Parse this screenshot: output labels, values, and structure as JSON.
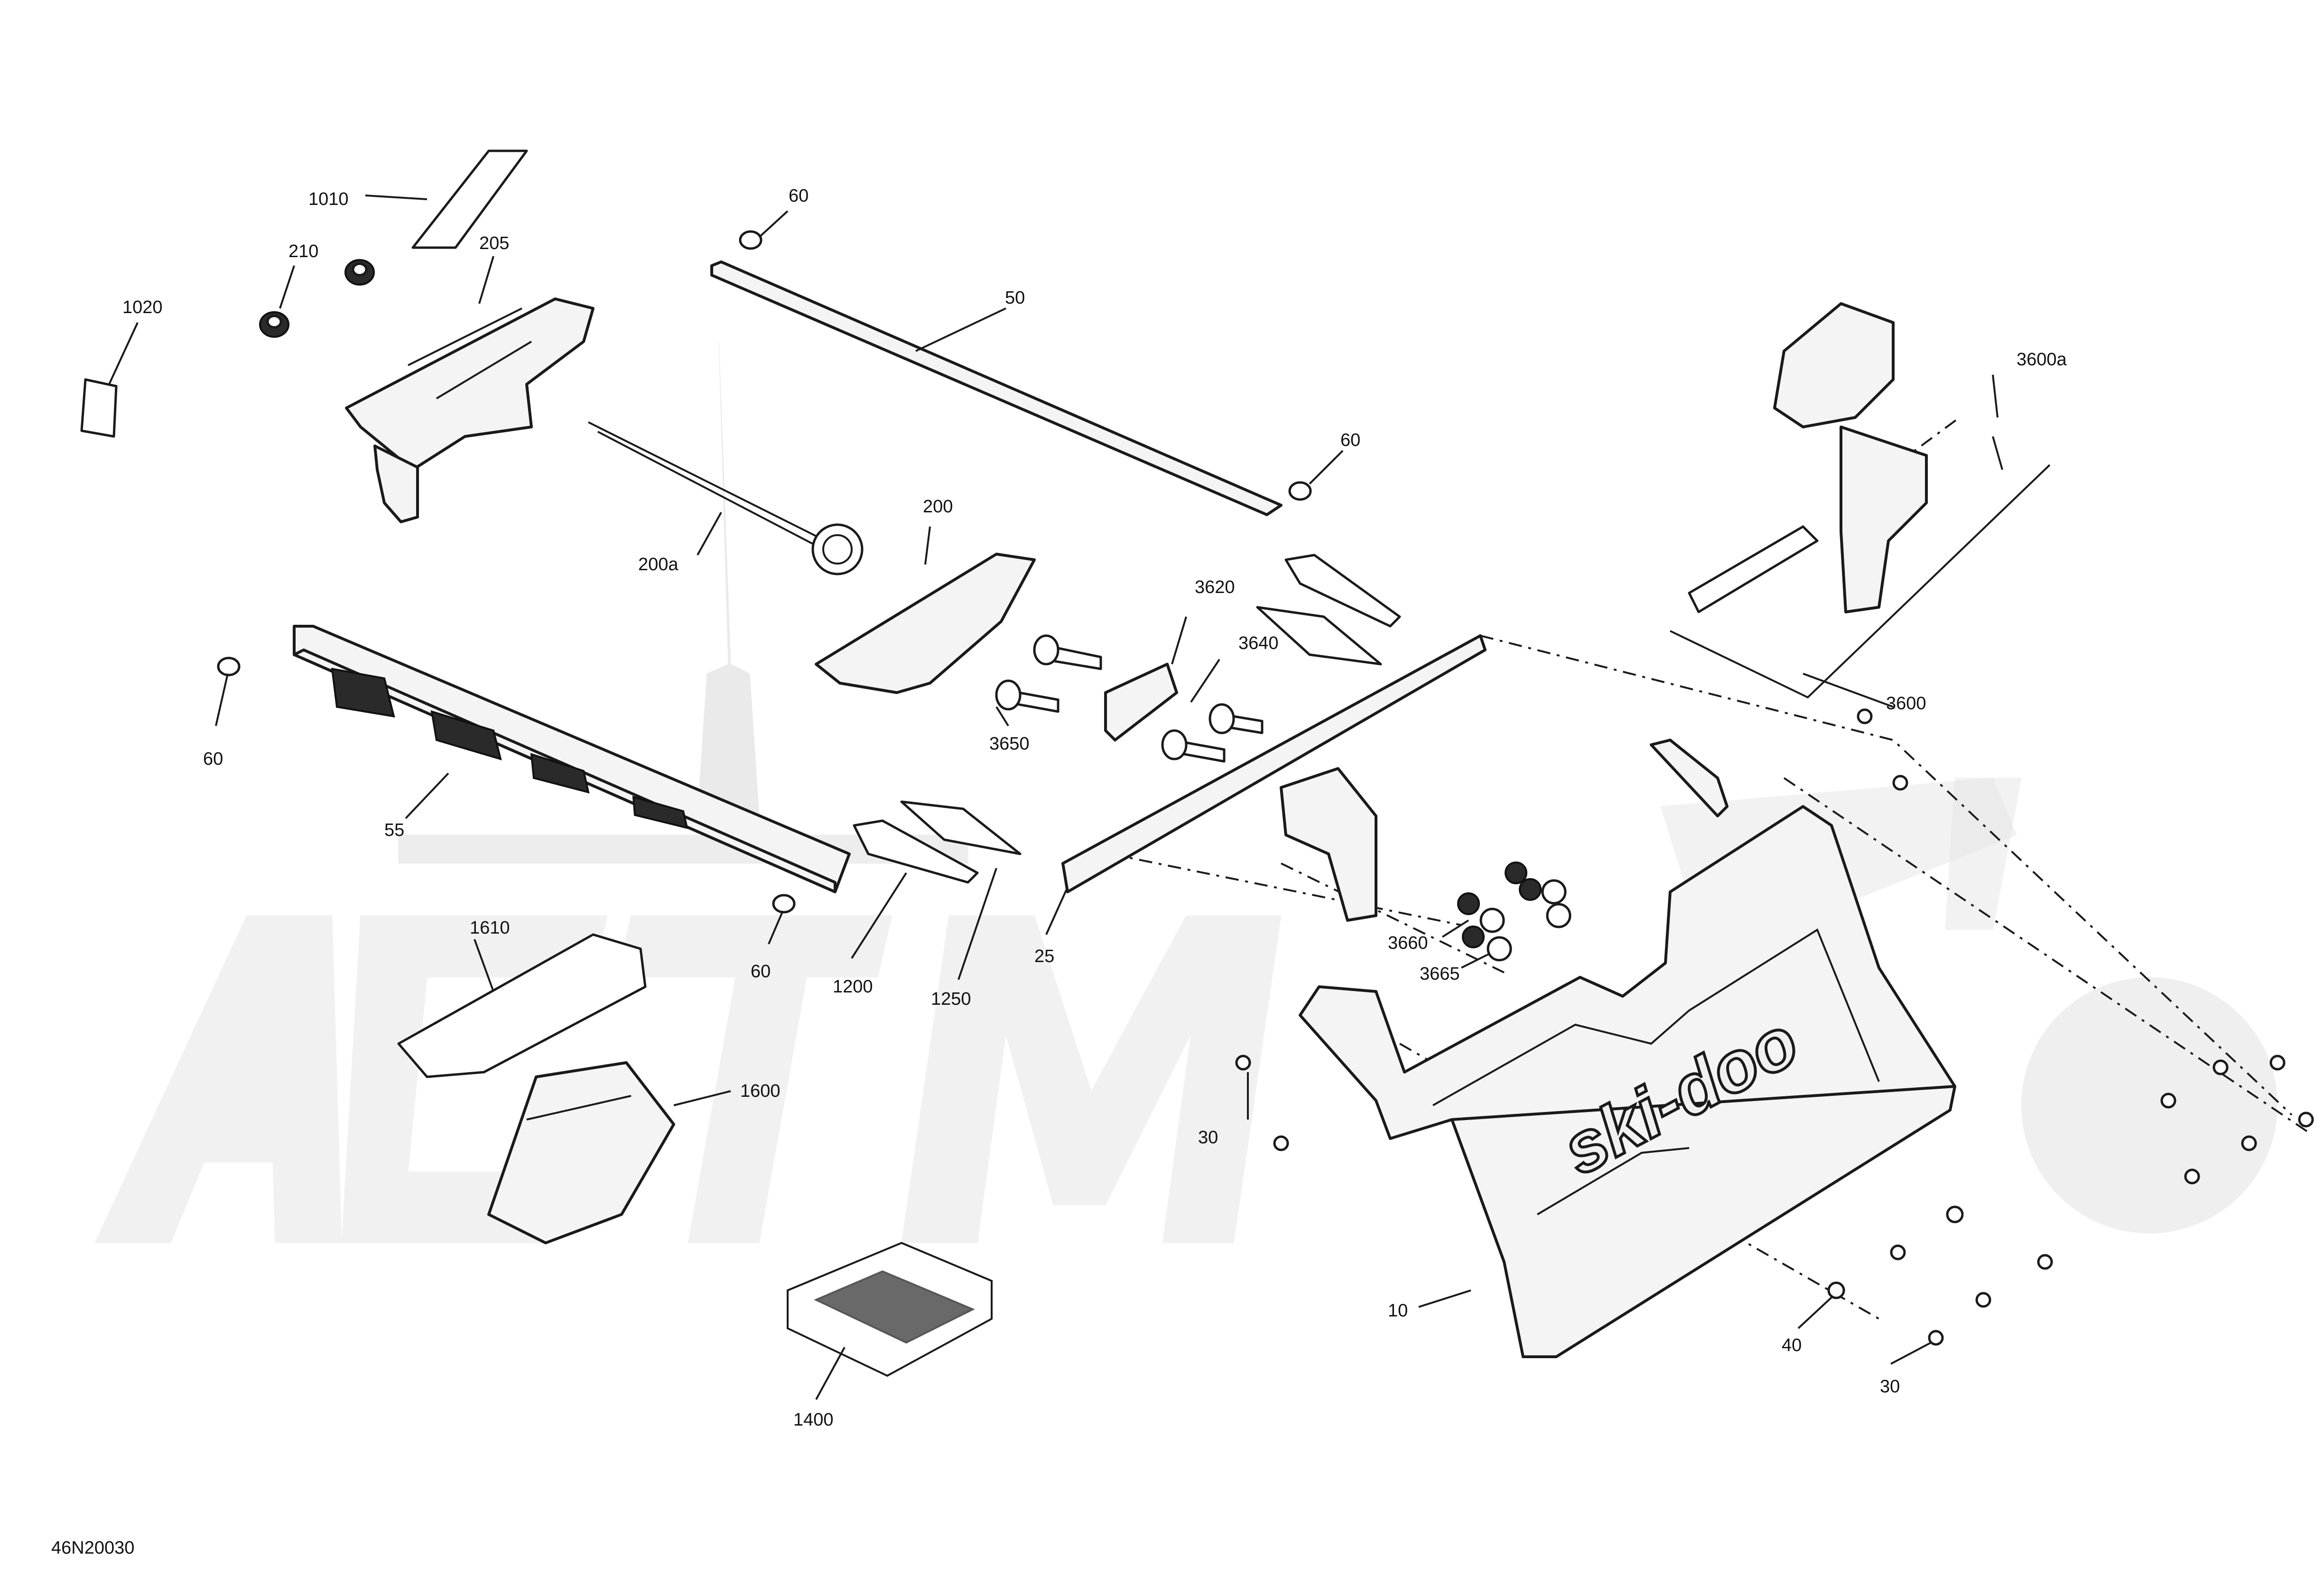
{
  "diagram": {
    "drawing_id": "46N20030",
    "hood_logo": "ski-doo",
    "callouts": [
      {
        "id": "c1010",
        "label": "1010"
      },
      {
        "id": "c210",
        "label": "210"
      },
      {
        "id": "c205",
        "label": "205"
      },
      {
        "id": "c1020",
        "label": "1020"
      },
      {
        "id": "c60a",
        "label": "60"
      },
      {
        "id": "c50",
        "label": "50"
      },
      {
        "id": "c60b",
        "label": "60"
      },
      {
        "id": "c200",
        "label": "200"
      },
      {
        "id": "c200a",
        "label": "200a"
      },
      {
        "id": "c3600a",
        "label": "3600a"
      },
      {
        "id": "c3600",
        "label": "3600"
      },
      {
        "id": "c3620",
        "label": "3620"
      },
      {
        "id": "c3640",
        "label": "3640"
      },
      {
        "id": "c3650",
        "label": "3650"
      },
      {
        "id": "c60c",
        "label": "60"
      },
      {
        "id": "c55",
        "label": "55"
      },
      {
        "id": "c60d",
        "label": "60"
      },
      {
        "id": "c1200",
        "label": "1200"
      },
      {
        "id": "c1250",
        "label": "1250"
      },
      {
        "id": "c25",
        "label": "25"
      },
      {
        "id": "c1610",
        "label": "1610"
      },
      {
        "id": "c1600",
        "label": "1600"
      },
      {
        "id": "c3660",
        "label": "3660"
      },
      {
        "id": "c3665",
        "label": "3665"
      },
      {
        "id": "c30a",
        "label": "30"
      },
      {
        "id": "c10",
        "label": "10"
      },
      {
        "id": "c40",
        "label": "40"
      },
      {
        "id": "c30b",
        "label": "30"
      },
      {
        "id": "c1400",
        "label": "1400"
      }
    ]
  }
}
